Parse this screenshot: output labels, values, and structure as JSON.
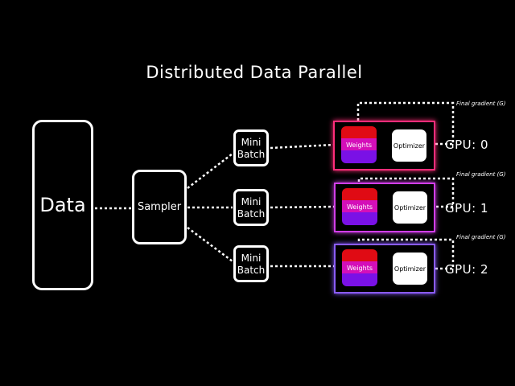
{
  "title": "Distributed Data Parallel",
  "data_label": "Data",
  "sampler_label": "Sampler",
  "mini_batches": [
    {
      "line1": "Mini",
      "line2": "Batch"
    },
    {
      "line1": "Mini",
      "line2": "Batch"
    },
    {
      "line1": "Mini",
      "line2": "Batch"
    }
  ],
  "gpus": [
    {
      "label": "GPU: 0",
      "weights_label": "Weights",
      "optimizer_label": "Optimizer",
      "gradient_label": "Final gradient (G)",
      "frame_color": "#ff2d7a"
    },
    {
      "label": "GPU: 1",
      "weights_label": "Weights",
      "optimizer_label": "Optimizer",
      "gradient_label": "Final gradient (G)",
      "frame_color": "#d13ee8"
    },
    {
      "label": "GPU: 2",
      "weights_label": "Weights",
      "optimizer_label": "Optimizer",
      "gradient_label": "Final gradient (G)",
      "frame_color": "#8a5cff"
    }
  ],
  "colors": {
    "background": "#000000",
    "weights_top": "#e00b14",
    "weights_middle": "#d40fb9",
    "weights_bottom": "#7a11e6"
  }
}
